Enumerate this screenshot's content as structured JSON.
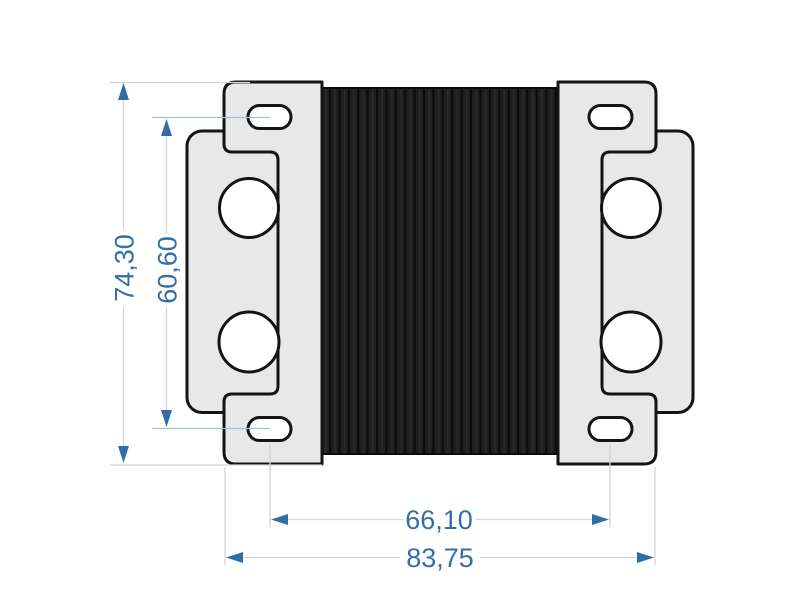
{
  "drawing": {
    "type": "technical-dimension-drawing",
    "view": "transformer-front-view-with-mounting-brackets",
    "background_color": "#ffffff",
    "part_colors": {
      "core_fill": "#1e1e1e",
      "core_stripe_dark": "#0c0c0c",
      "core_stripe_light": "#2a2a2a",
      "bracket_fill": "#e8e8e8",
      "outline": "#141414"
    },
    "dimension_style": {
      "accent_color": "#2e6da6",
      "text_color": "#336ea8",
      "extension_line_color": "#cfd3d7",
      "extension_line_blue": "#a6bedd"
    },
    "dimensions": {
      "overall_height": {
        "value": "74,30",
        "orientation": "vertical"
      },
      "slot_spacing_vertical": {
        "value": "60,60",
        "orientation": "vertical"
      },
      "slot_spacing_horizontal": {
        "value": "66,10",
        "orientation": "horizontal"
      },
      "overall_width": {
        "value": "83,75",
        "orientation": "horizontal"
      }
    }
  }
}
